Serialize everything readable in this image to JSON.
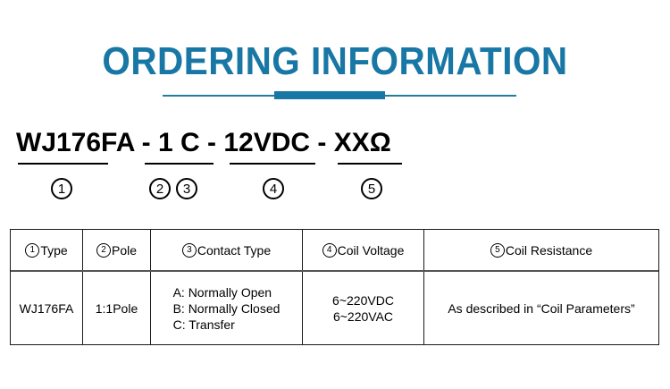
{
  "title": "ORDERING INFORMATION",
  "accent_color": "#1877a4",
  "divider": {
    "line_color": "#1e7e9e",
    "block_color": "#1877a4"
  },
  "part_number": {
    "full": "WJ176FA - 1 C - 12VDC - XXΩ",
    "segments": [
      {
        "text": "WJ176FA",
        "marker": "1"
      },
      {
        "text": "1",
        "marker": "2"
      },
      {
        "text": "C",
        "marker": "3"
      },
      {
        "text": "12VDC",
        "marker": "4"
      },
      {
        "text": "XXΩ",
        "marker": "5"
      }
    ],
    "separator": "-",
    "markers": [
      "1",
      "2",
      "3",
      "4",
      "5"
    ]
  },
  "table": {
    "headers": [
      {
        "index": "1",
        "label": "Type"
      },
      {
        "index": "2",
        "label": "Pole"
      },
      {
        "index": "3",
        "label": "Contact Type"
      },
      {
        "index": "4",
        "label": "Coil Voltage"
      },
      {
        "index": "5",
        "label": "Coil Resistance"
      }
    ],
    "rows": [
      {
        "type": "WJ176FA",
        "pole": "1:1Pole",
        "contact_type": "A: Normally Open\nB: Normally Closed\nC: Transfer",
        "coil_voltage": "6~220VDC\n6~220VAC",
        "coil_resistance": "As described in “Coil Parameters”"
      }
    ]
  }
}
